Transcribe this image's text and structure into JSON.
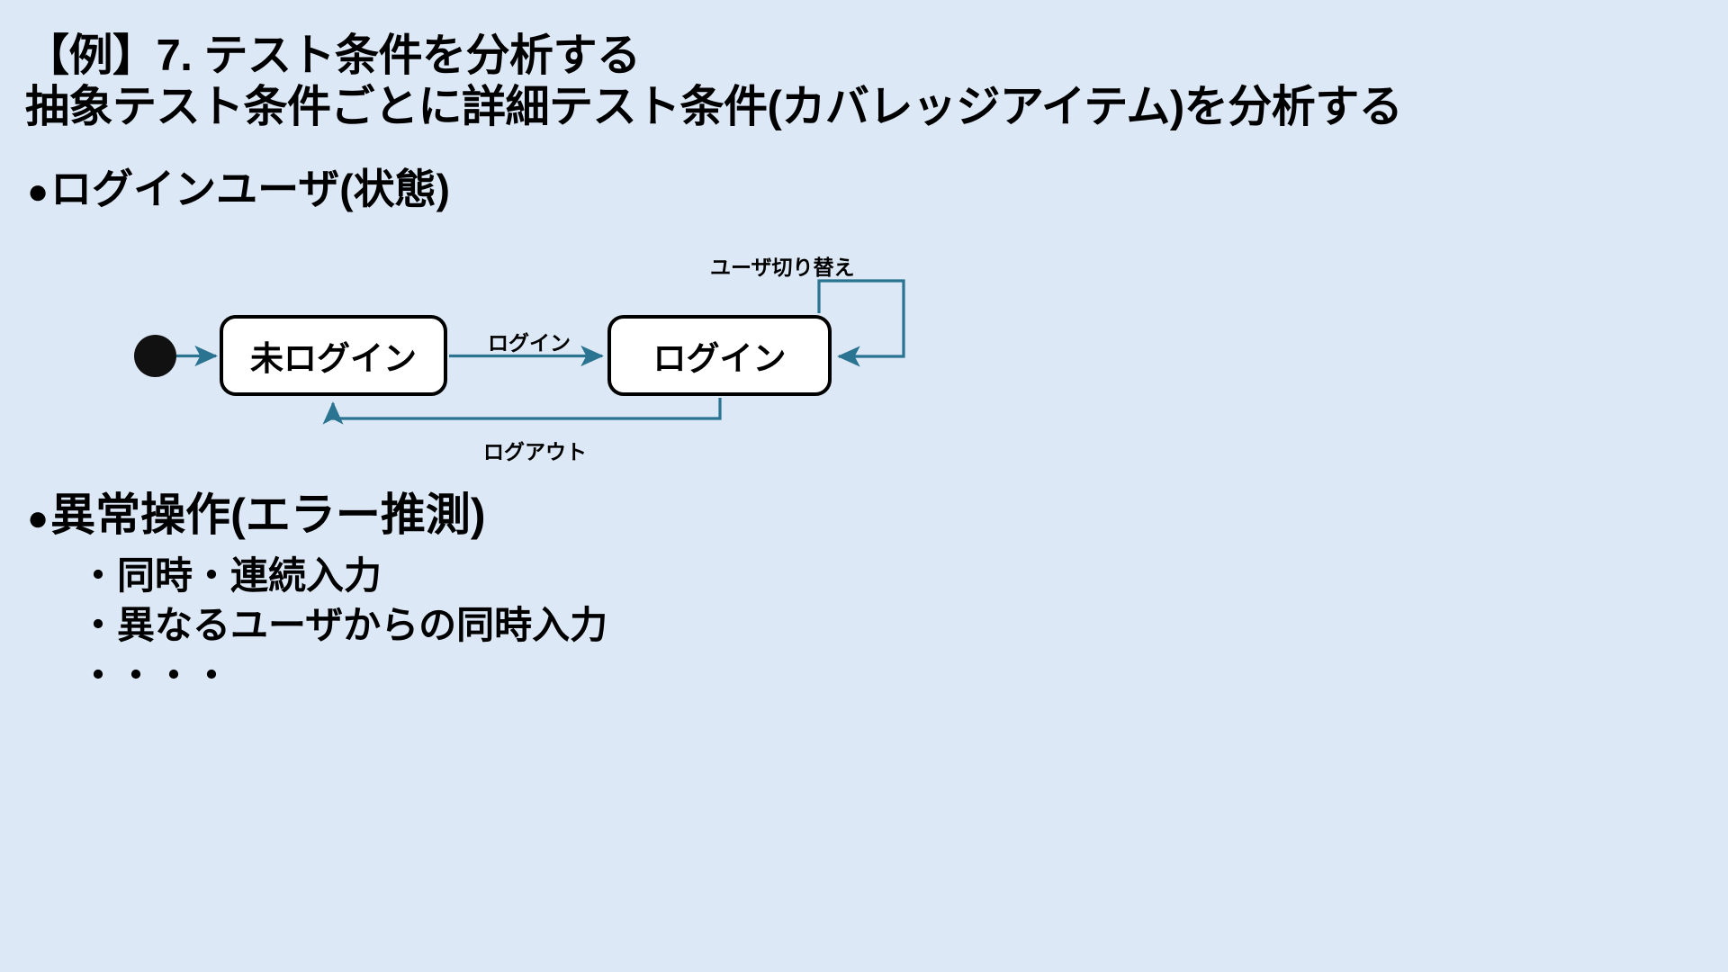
{
  "slide": {
    "background_color": "#dce8f5",
    "text_color": "#000000",
    "accent_color": "#2a7391",
    "title": {
      "line1": "【例】7. テスト条件を分析する",
      "line2": "抽象テスト条件ごとに詳細テスト条件(カバレッジアイテム)を分析する"
    },
    "bullets": {
      "marker": "●",
      "state_section": "ログインユーザ(状態)",
      "error_section": "異常操作(エラー推測)"
    },
    "sub_bullets": [
      "・同時・連続入力",
      "・異なるユーザからの同時入力",
      "・・・・"
    ],
    "diagram": {
      "type": "state-machine",
      "initial_marker": "initial-state-dot",
      "states": [
        {
          "id": "logged-out",
          "label": "未ログイン"
        },
        {
          "id": "logged-in",
          "label": "ログイン"
        }
      ],
      "transitions": [
        {
          "id": "login",
          "from": "logged-out",
          "to": "logged-in",
          "label": "ログイン"
        },
        {
          "id": "logout",
          "from": "logged-in",
          "to": "logged-out",
          "label": "ログアウト"
        },
        {
          "id": "switch-user",
          "from": "logged-in",
          "to": "logged-in",
          "label": "ユーザ切り替え"
        }
      ],
      "edge_color": "#2a7391",
      "state_border_color": "#000000",
      "state_fill_color": "#ffffff"
    }
  }
}
